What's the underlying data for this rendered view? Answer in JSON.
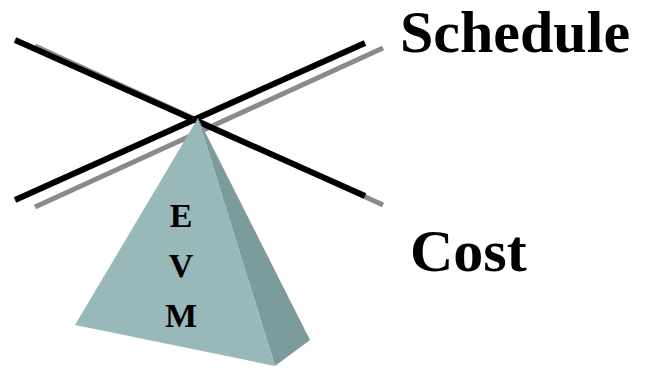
{
  "diagram": {
    "nodes": [
      {
        "text": [
          "E V M"
        ]
      }
    ],
    "labels": [
      "Schedule",
      "Cost"
    ]
  }
}
